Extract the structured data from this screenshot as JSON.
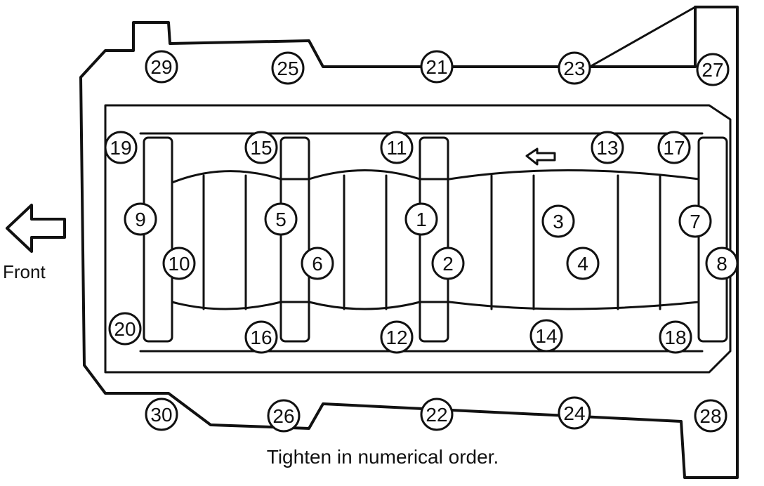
{
  "front_label": "Front",
  "caption": "Tighten in numerical order.",
  "bolts": [
    {
      "label": "1"
    },
    {
      "label": "2"
    },
    {
      "label": "3"
    },
    {
      "label": "4"
    },
    {
      "label": "5"
    },
    {
      "label": "6"
    },
    {
      "label": "7"
    },
    {
      "label": "8"
    },
    {
      "label": "9"
    },
    {
      "label": "10"
    },
    {
      "label": "11"
    },
    {
      "label": "12"
    },
    {
      "label": "13"
    },
    {
      "label": "14"
    },
    {
      "label": "15"
    },
    {
      "label": "16"
    },
    {
      "label": "17"
    },
    {
      "label": "18"
    },
    {
      "label": "19"
    },
    {
      "label": "20"
    },
    {
      "label": "21"
    },
    {
      "label": "22"
    },
    {
      "label": "23"
    },
    {
      "label": "24"
    },
    {
      "label": "25"
    },
    {
      "label": "26"
    },
    {
      "label": "27"
    },
    {
      "label": "28"
    },
    {
      "label": "29"
    },
    {
      "label": "30"
    }
  ]
}
